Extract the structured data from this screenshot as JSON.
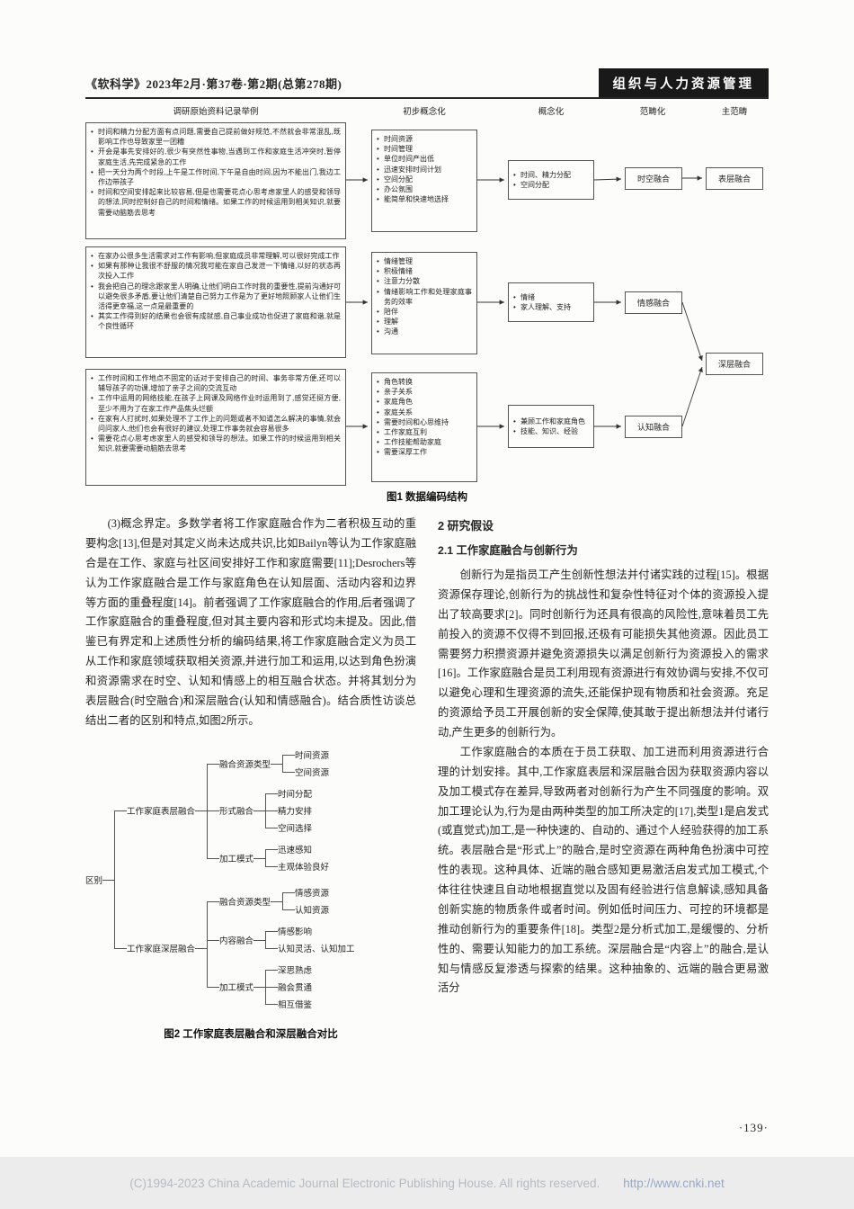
{
  "header": {
    "journal_info": "《软科学》2023年2月·第37卷·第2期(总第278期)",
    "section_label": "组织与人力资源管理"
  },
  "figure1": {
    "column_headers": [
      "调研原始资料记录举例",
      "初步概念化",
      "概念化",
      "范畴化",
      "主范畴"
    ],
    "rows": [
      {
        "quotes": [
          "时间和精力分配方面有点问题,需要自己提前做好规范,不然就会非常混乱,既影响工作也导致家里一团糟",
          "开会是事先安排好的,很少有突然性事物,当遇到工作和家庭生活冲突时,暂停家庭生活,先完成紧急的工作",
          "把一天分为两个时段,上午是工作时间,下午是自由时间,因为不能出门,我边工作边带孩子",
          "时间和空间安排起来比较容易,但是也需要花点心思考虑家里人的感受和领导的想法,同时控制好自己的时间和情绪。如果工作的时候运用到相关知识,就要需要动脑筋去思考"
        ],
        "initial_concepts": [
          "时间资源",
          "时间管理",
          "单位时间产出低",
          "迅速安排时间计划",
          "空间分配",
          "办公氛围",
          "能简单和快速地选择"
        ],
        "concepts": [
          "时间、精力分配",
          "空间分配"
        ],
        "category": "时空融合",
        "main_category": "表层融合"
      },
      {
        "quotes": [
          "在家办公很多生活需求对工作有影响,但家庭成员非常理解,可以很好完成工作",
          "如果有那种让我很不舒服的情况我可能在家自己发泄一下情绪,以好的状态再次投入工作",
          "我会把自己的理念跟家里人明确,让他们明白工作时我的重要性,提前沟通好可以避免很多矛盾,要让他们清楚自己努力工作是为了更好地照顾家人让他们生活得更幸福,这一点是最重要的",
          "其实工作得到好的结果也会很有成就感,自己事业成功也促进了家庭和谐,就是个良性循环"
        ],
        "initial_concepts": [
          "情绪管理",
          "积极情绪",
          "注意力分散",
          "情绪影响工作和处理家庭事务的效率",
          "陪伴",
          "理解",
          "沟通"
        ],
        "concepts": [
          "情绪",
          "家人理解、支持"
        ],
        "category": "情感融合"
      },
      {
        "quotes": [
          "工作时间和工作地点不固定的话对于安排自己的时间、事务非常方便,还可以辅导孩子的功课,增加了亲子之间的交流互动",
          "工作中运用的网络技能,在孩子上网课及网络作业时运用到了,感觉还挺方便,至少不用为了在家工作产品焦头烂额",
          "在家有人打扰时,如果处理不了工作上的问题或者不知道怎么解决的事情,就会问问家人,他们也会有很好的建议,处理工作事务就会容易很多",
          "需要花点心思考虑家里人的感受和领导的想法。如果工作的时候运用到相关知识,就要需要动脑筋去思考"
        ],
        "initial_concepts": [
          "角色转换",
          "亲子关系",
          "家庭角色",
          "家庭关系",
          "需要时间和心思维持",
          "工作家庭互利",
          "工作技能帮助家庭",
          "需要深厚工作"
        ],
        "concepts": [
          "兼顾工作和家庭角色",
          "技能、知识、经验"
        ],
        "category": "认知融合"
      }
    ],
    "deep_main_category": "深层融合",
    "caption": "图1  数据编码结构"
  },
  "left_column": {
    "paragraph": "(3)概念界定。多数学者将工作家庭融合作为二者积极互动的重要构念[13],但是对其定义尚未达成共识,比如Bailyn等认为工作家庭融合是在工作、家庭与社区间安排好工作和家庭需要[11];Desrochers等认为工作家庭融合是工作与家庭角色在认知层面、活动内容和边界等方面的重叠程度[14]。前者强调了工作家庭融合的作用,后者强调了工作家庭融合的重叠程度,但对其主要内容和形式均未提及。因此,借鉴已有界定和上述质性分析的编码结果,将工作家庭融合定义为员工从工作和家庭领域获取相关资源,并进行加工和运用,以达到角色扮演和资源需求在时空、认知和情感上的相互融合状态。并将其划分为表层融合(时空融合)和深层融合(认知和情感融合)。结合质性访谈总结出二者的区别和特点,如图2所示。"
  },
  "figure2": {
    "root": "区别",
    "branches": [
      {
        "label": "工作家庭表层融合",
        "groups": [
          {
            "label": "融合资源类型",
            "items": [
              "时间资源",
              "空间资源"
            ]
          },
          {
            "label": "形式融合",
            "items": [
              "时间分配",
              "精力安排",
              "空间选择"
            ]
          },
          {
            "label": "加工模式",
            "items": [
              "迅速感知",
              "主观体验良好"
            ]
          }
        ]
      },
      {
        "label": "工作家庭深层融合",
        "groups": [
          {
            "label": "融合资源类型",
            "items": [
              "情感资源",
              "认知资源"
            ]
          },
          {
            "label": "内容融合",
            "items": [
              "情感影响",
              "认知灵活、认知加工"
            ]
          },
          {
            "label": "加工模式",
            "items": [
              "深思熟虑",
              "融会贯通",
              "相互借鉴"
            ]
          }
        ]
      }
    ],
    "caption": "图2  工作家庭表层融合和深层融合对比"
  },
  "right_column": {
    "heading": "2  研究假设",
    "subheading": "2.1  工作家庭融合与创新行为",
    "paragraphs": [
      "创新行为是指员工产生创新性想法并付诸实践的过程[15]。根据资源保存理论,创新行为的挑战性和复杂性特征对个体的资源投入提出了较高要求[2]。同时创新行为还具有很高的风险性,意味着员工先前投入的资源不仅得不到回报,还极有可能损失其他资源。因此员工需要努力积攒资源并避免资源损失以满足创新行为资源投入的需求[16]。工作家庭融合是员工利用现有资源进行有效协调与安排,不仅可以避免心理和生理资源的流失,还能保护现有物质和社会资源。充足的资源给予员工开展创新的安全保障,使其敢于提出新想法并付诸行动,产生更多的创新行为。",
      "工作家庭融合的本质在于员工获取、加工进而利用资源进行合理的计划安排。其中,工作家庭表层和深层融合因为获取资源内容以及加工模式存在差异,导致两者对创新行为产生不同强度的影响。双加工理论认为,行为是由两种类型的加工所决定的[17],类型1是启发式(或直觉式)加工,是一种快速的、自动的、通过个人经验获得的加工系统。表层融合是“形式上”的融合,是时空资源在两种角色扮演中可控性的表现。这种具体、近端的融合感知更易激活启发式加工模式,个体往往快速且自动地根据直觉以及固有经验进行信息解读,感知具备创新实施的物质条件或者时间。例如低时间压力、可控的环境都是推动创新行为的重要条件[18]。类型2是分析式加工,是缓慢的、分析性的、需要认知能力的加工系统。深层融合是“内容上”的融合,是认知与情感反复渗透与探索的结果。这种抽象的、远端的融合更易激活分"
    ],
    "page_number": "·139·"
  },
  "footer": {
    "copyright": "(C)1994-2023 China Academic Journal Electronic Publishing House. All rights reserved.",
    "url": "http://www.cnki.net"
  }
}
